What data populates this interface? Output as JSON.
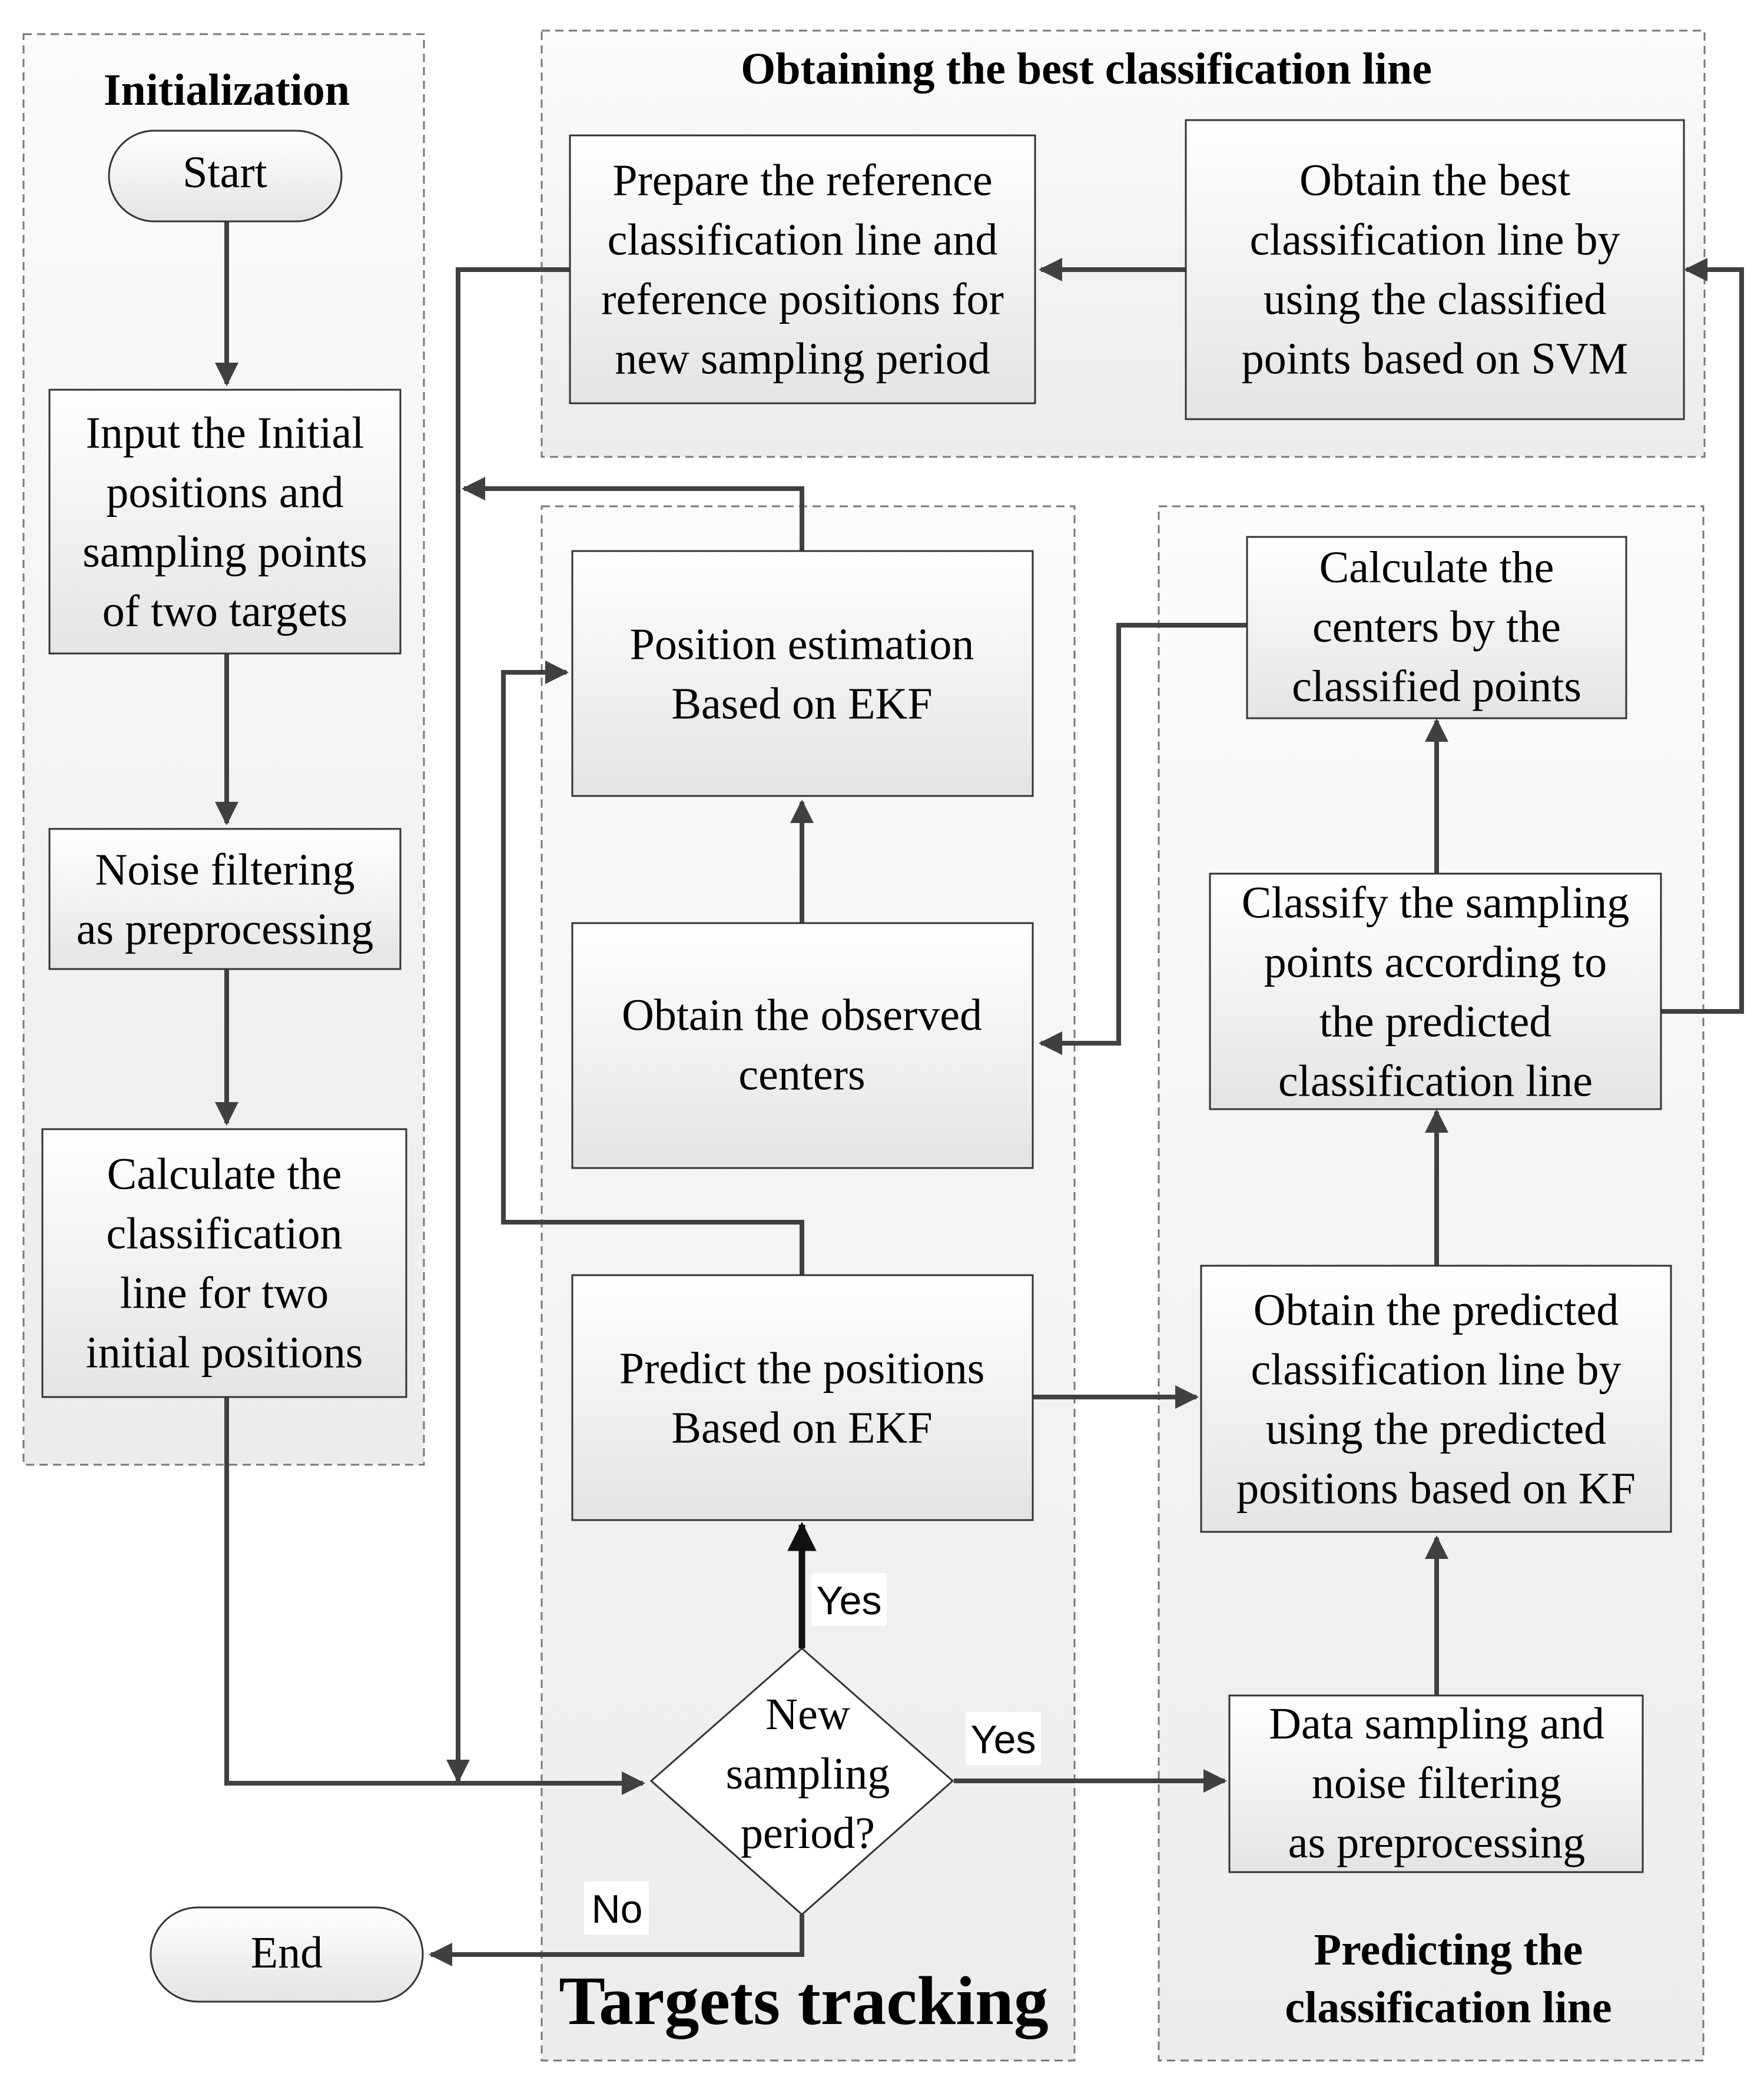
{
  "panels": {
    "initialization": "Initialization",
    "best_line": "Obtaining the best classification line",
    "tracking": "Targets tracking",
    "predicting": [
      "Predicting the",
      "classification line"
    ]
  },
  "nodes": {
    "start": "Start",
    "end": "End",
    "input_initial": [
      "Input the Initial",
      "positions and",
      "sampling points",
      "of two targets"
    ],
    "noise_filtering": [
      "Noise filtering",
      "as preprocessing"
    ],
    "calc_initial_line": [
      "Calculate the",
      "classification",
      "line for two",
      "initial positions"
    ],
    "prepare_reference": [
      "Prepare the reference",
      "classification line and",
      "reference positions for",
      "new sampling period"
    ],
    "obtain_best_line": [
      "Obtain the best",
      "classification line by",
      "using the classified",
      "points based on SVM"
    ],
    "position_estimation": [
      "Position estimation",
      "Based on EKF"
    ],
    "observed_centers": [
      "Obtain the observed",
      "centers"
    ],
    "predict_positions": [
      "Predict the positions",
      "Based on EKF"
    ],
    "new_period": [
      "New",
      "sampling",
      "period?"
    ],
    "calc_centers": [
      "Calculate the",
      "centers by the",
      "classified points"
    ],
    "classify_points": [
      "Classify the sampling",
      "points according to",
      "the predicted",
      "classification line"
    ],
    "predicted_line": [
      "Obtain the predicted",
      "classification line by",
      "using the predicted",
      "positions based on KF"
    ],
    "data_sampling": [
      "Data sampling and",
      "noise filtering",
      "as preprocessing"
    ]
  },
  "edge_labels": {
    "yes_up": "Yes",
    "yes_right": "Yes",
    "no": "No"
  },
  "colors": {
    "line": "#404040",
    "box_border": "#333333",
    "panel_border": "#777777",
    "gradient_top": "#ffffff",
    "gradient_bottom": "#e6e6e6"
  }
}
